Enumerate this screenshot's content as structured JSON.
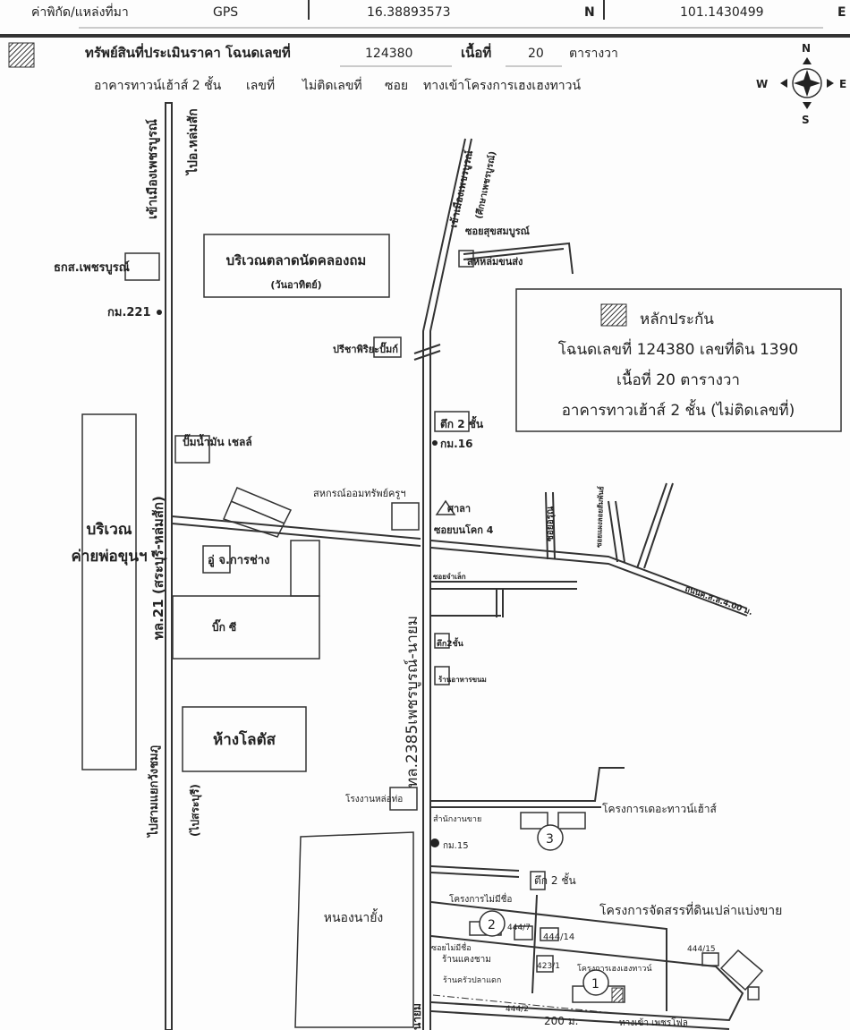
{
  "header": {
    "source_label": "ค่าพิกัด/แหล่งที่มา",
    "source_value": "GPS",
    "lat": "16.38893573",
    "lat_dir": "N",
    "lon": "101.1430499",
    "lon_dir": "E"
  },
  "property": {
    "line1_label": "ทรัพย์สินที่ประเมินราคา โฉนดเลขที่",
    "deed_no": "124380",
    "area_label": "เนื้อที่",
    "area": "20",
    "area_unit": "ตารางวา",
    "building": "อาคารทาวน์เฮ้าส์ 2 ชั้น",
    "no_label": "เลขที่",
    "no_value": "ไม่ติดเลขที่",
    "soi_label": "ซอย",
    "soi_value": "ทางเข้าโครงการเฮงเฮงทาวน์"
  },
  "compass": {
    "n": "N",
    "s": "S",
    "w": "W",
    "e": "E"
  },
  "legend": {
    "title": "หลักประกัน",
    "line1": "โฉนดเลขที่ 124380 เลขที่ดิน 1390",
    "line2": "เนื้อที่ 20 ตารางวา",
    "line3": "อาคารทาวเฮ้าส์ 2 ชั้น (ไม่ติดเลขที่)"
  },
  "labels": {
    "to_phetchabun": "เข้าเมืองเพชรบูรณ์",
    "to_lomsak": "ไปอ.หล่มสัก",
    "baac": "ธกส.เพชรบูรณ์",
    "km221": "กม.221",
    "market": "บริเวณตลาดนัดคลองถม",
    "market_sub": "(วันอาทิตย์)",
    "to_phetchabun2": "เข้าเมืองเพชรบูรณ์",
    "to_phetchabun2_sub": "(ศึกษาเพชรบูรณ์)",
    "soi_sukhsomboon": "ซอยสุขสมบูรณ์",
    "sahalom": "สหหล่มขนส่ง",
    "pump1": "ปรีชาพิริยะปั๊มก์",
    "building2a": "ตึก 2 ชั้น",
    "km16": "กม.16",
    "shell": "ปั๊มน้ำมัน เชลล์",
    "coop": "สหกรณ์ออมทรัพย์ครูฯ",
    "sala": "ศาลา",
    "soi_bonkok": "ซอยบนโคก 4",
    "camp": "บริเวณ",
    "camp2": "ค่ายพ่อขุนฯ",
    "hwy21": "ทล.21 (สระบุรี-หล่มสัก)",
    "garage": "อู่ จ.การช่าง",
    "bigc": "บิ๊ก ซี",
    "soi_arun": "ซอยอรุณ",
    "soi_side": "ซอยแผงลอยสัมพันธ์",
    "road_width": "ถนนค.ส.ล.4.00 ม.",
    "soi_jumlek": "ซอยจำเล็ก",
    "building2b": "ตึก2ชั้น",
    "shop1": "ร้านอาหารขนม",
    "lotus": "ห้างโลตัส",
    "hwy2385": "ทล.2385เพชรบูรณ์-นายม",
    "to_sra": "ไปสามแยกวังชมภู",
    "to_sra_sub": "(ไปสระบุรี)",
    "factory": "โรงงานหล่อท่อ",
    "sales_office": "สำนักงานขาย",
    "the_townhouse": "โครงการเดอะทาวน์เฮ้าส์",
    "km15": "กม.15",
    "pond": "หนองนายั้ง",
    "building2c": "ตึก 2 ชั้น",
    "noname_project": "โครงการไม่มีชื่อ",
    "land_project": "โครงการจัดสรรที่ดินเปล่าแบ่งขาย",
    "n444_7": "444/7",
    "n444_14": "444/14",
    "soi_noname": "ซอยไม่มีชื่อ",
    "shop_kaeng": "ร้านแคงชาม",
    "n423_1": "423/1",
    "heng_project": "โครงการเฮงเฮงทาวน์",
    "n444_15": "444/15",
    "shop_pla": "ร้านครัวปลาแดก",
    "n444_2": "444/2",
    "distance": "200 ม.",
    "nayom": "นายม",
    "bottom_note": "ทางเข้า เพชรโฟล",
    "mark1": "1",
    "mark2": "2",
    "mark3": "3"
  }
}
